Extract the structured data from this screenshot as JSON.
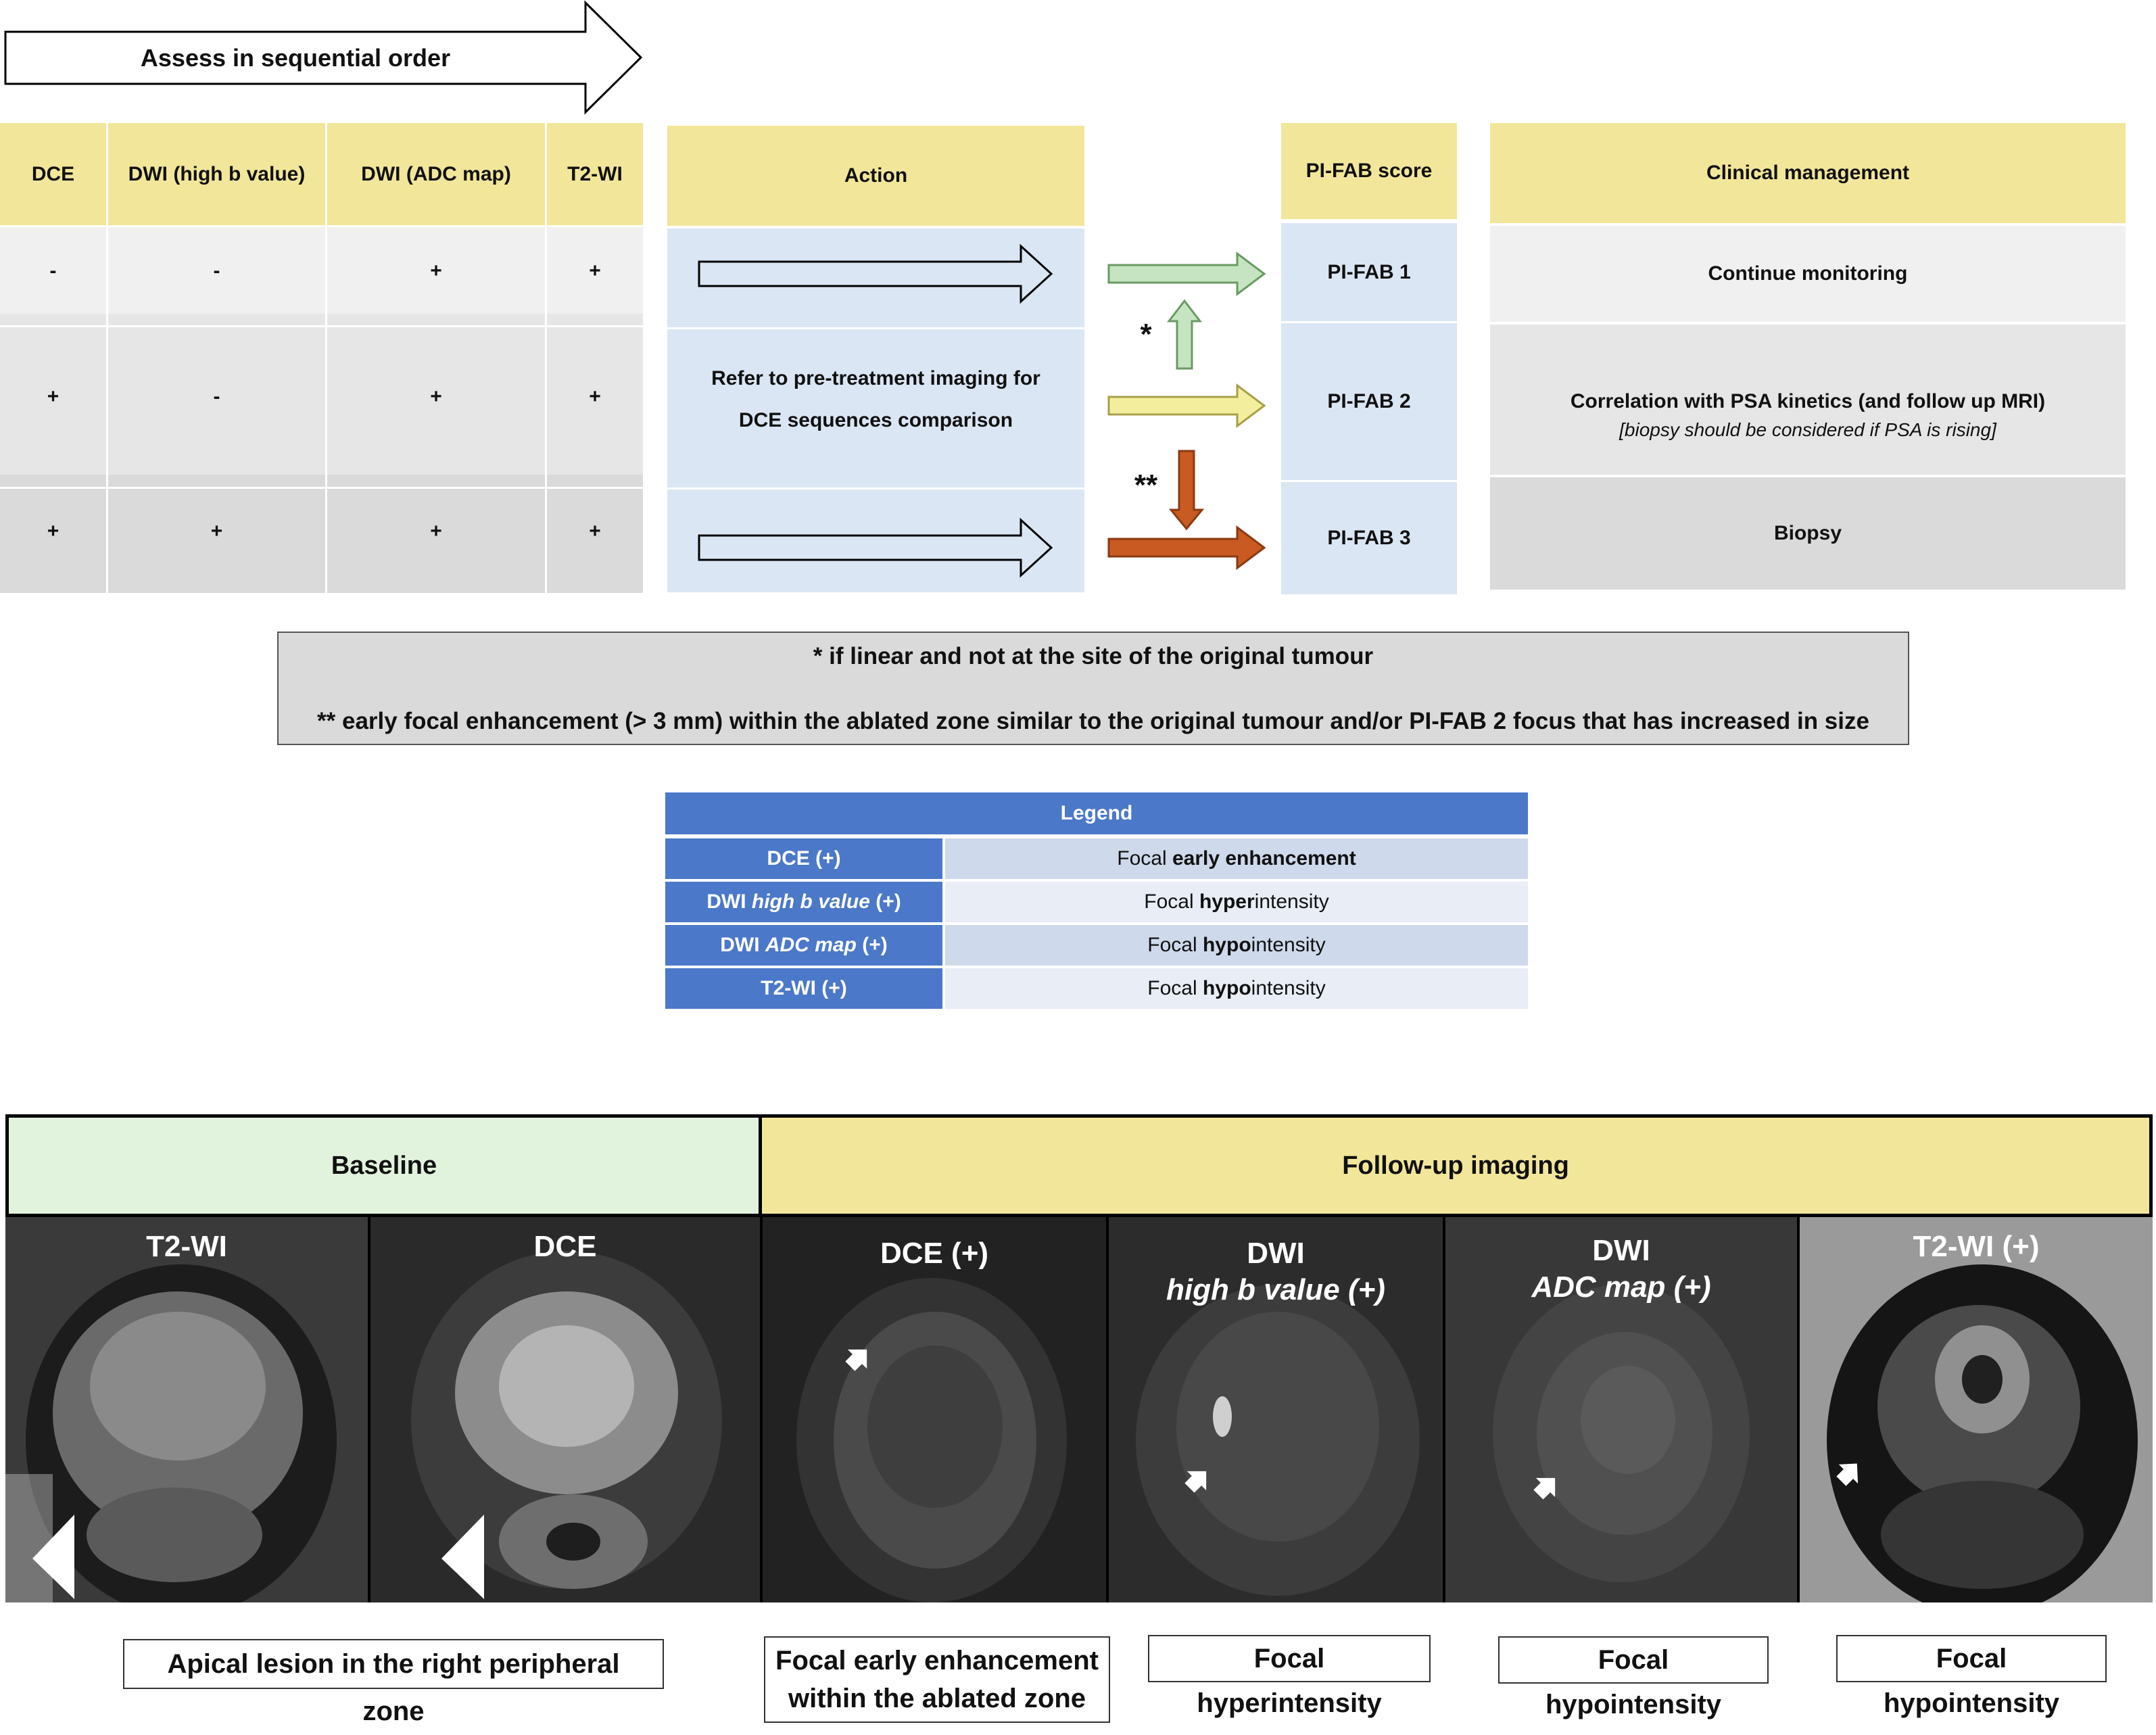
{
  "flow": {
    "assess_label": "Assess in sequential order",
    "headers": {
      "dce": "DCE",
      "dwi_high_b": "DWI (high b value)",
      "dwi_adc": "DWI (ADC map)",
      "t2wi": "T2-WI",
      "action": "Action",
      "pifab_score": "PI-FAB score",
      "clinical_management": "Clinical management"
    },
    "rows": [
      {
        "dce": "-",
        "dwi_high_b": "-",
        "dwi_adc": "+",
        "t2wi": "+"
      },
      {
        "dce": "+",
        "dwi_high_b": "-",
        "dwi_adc": "+",
        "t2wi": "+"
      },
      {
        "dce": "+",
        "dwi_high_b": "+",
        "dwi_adc": "+",
        "t2wi": "+"
      }
    ],
    "action_text_line1": "Refer to pre-treatment imaging for",
    "action_text_line2": "DCE sequences comparison",
    "pifab": [
      "PI-FAB 1",
      "PI-FAB 2",
      "PI-FAB 3"
    ],
    "management": {
      "m1": "Continue monitoring",
      "m2": "Correlation with PSA kinetics (and follow up MRI)",
      "m2_note": "[biopsy should be considered if PSA is rising]",
      "m3": "Biopsy"
    },
    "single_star": "*",
    "double_star": "**",
    "arrow_colors": {
      "green": "#c6e4c2",
      "yellow": "#f2ee9e",
      "orange": "#c85a22"
    }
  },
  "notes": {
    "line1": "* if linear and not at the site of the original tumour",
    "line2": "** early focal enhancement (> 3 mm) within the ablated zone similar to the original tumour and/or PI-FAB 2 focus that has increased in size"
  },
  "legend": {
    "title": "Legend",
    "rows": [
      {
        "left_pre": "DCE (+)",
        "left_it": "",
        "left_post": "",
        "right_pre": "Focal ",
        "right_b": "early enhancement",
        "right_post": ""
      },
      {
        "left_pre": "DWI ",
        "left_it": "high b value",
        "left_post": " (+)",
        "right_pre": "Focal ",
        "right_b": "hyper",
        "right_post": "intensity"
      },
      {
        "left_pre": "DWI ",
        "left_it": "ADC map",
        "left_post": " (+)",
        "right_pre": "Focal ",
        "right_b": "hypo",
        "right_post": "intensity"
      },
      {
        "left_pre": "T2-WI (+)",
        "left_it": "",
        "left_post": "",
        "right_pre": "Focal ",
        "right_b": "hypo",
        "right_post": "intensity"
      }
    ]
  },
  "imaging": {
    "baseline_label": "Baseline",
    "followup_label": "Follow-up imaging",
    "panels": [
      {
        "line1": "T2-WI",
        "line2": ""
      },
      {
        "line1": "DCE",
        "line2": ""
      },
      {
        "line1": "DCE (+)",
        "line2": ""
      },
      {
        "line1": "DWI",
        "line2": "high b value (+)"
      },
      {
        "line1": "DWI",
        "line2": "ADC map (+)"
      },
      {
        "line1": "T2-WI (+)",
        "line2": ""
      }
    ],
    "captions": {
      "c1": "Apical lesion in the right peripheral zone",
      "c2_line1": "Focal early enhancement",
      "c2_line2": "within the ablated zone",
      "c3": "Focal hyperintensity",
      "c4": "Focal hypointensity",
      "c5": "Focal hypointensity"
    }
  }
}
